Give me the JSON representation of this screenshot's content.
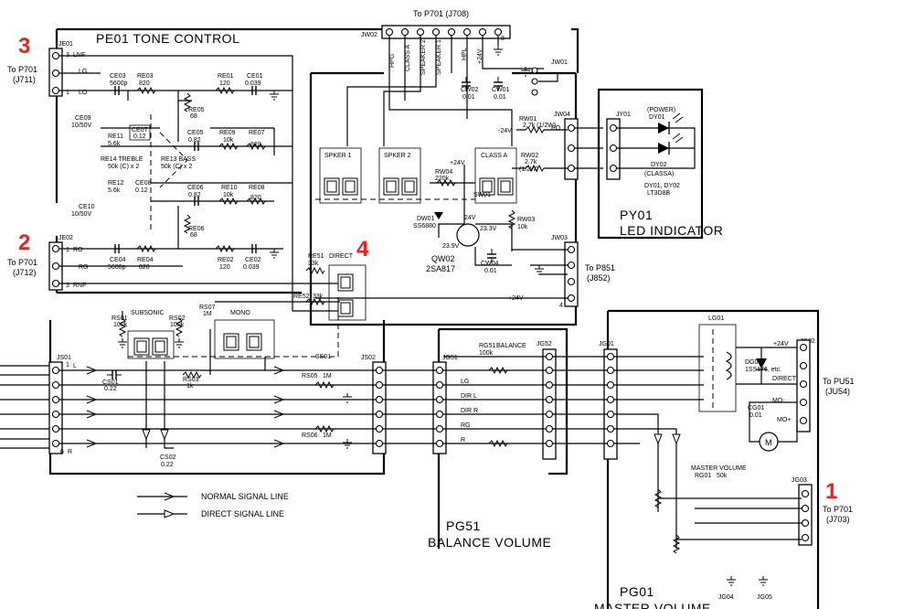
{
  "markers": {
    "m1": "1",
    "m2": "2",
    "m3": "3",
    "m4": "4"
  },
  "colors": {
    "marker": "#e8231f",
    "line": "#000000",
    "background": "#ffffff"
  },
  "top": {
    "to_p701_j708": "To P701 (J708)",
    "jw02": "JW02",
    "jw02_pins": [
      "HPG",
      "CLASS A",
      "SPEAKER 2",
      "SPEAKER 1",
      "HPL",
      "+24V"
    ],
    "pin8": "8"
  },
  "left_refs": [
    {
      "to": "To P701",
      "jack": "(J711)"
    },
    {
      "to": "To P701",
      "jack": "(J712)"
    },
    {
      "to": "To P701",
      "jack": "(J703)"
    }
  ],
  "pe01": {
    "title": "PE01 TONE CONTROL",
    "je01": "JE01",
    "je01_pins": [
      "3",
      "LNF",
      "LG",
      "1",
      "LO"
    ],
    "je02": "JE02",
    "je02_pins": [
      "1",
      "RO",
      "RG",
      "3",
      "RNF"
    ],
    "parts": [
      {
        "ref": "CE03",
        "val": "5600p"
      },
      {
        "ref": "RE03",
        "val": "820"
      },
      {
        "ref": "RE01",
        "val": "120"
      },
      {
        "ref": "CE01",
        "val": "0.039"
      },
      {
        "ref": "RE05",
        "val": "68"
      },
      {
        "ref": "CE09",
        "val": "10/50V"
      },
      {
        "ref": "CE07",
        "val": "0.12"
      },
      {
        "ref": "CE05",
        "val": "0.82"
      },
      {
        "ref": "RE09",
        "val": "10k"
      },
      {
        "ref": "RE07",
        "val": "820"
      },
      {
        "ref": "RE11",
        "val": "5.6k"
      },
      {
        "ref": "RE14 TREBLE",
        "val": "50k (C) x 2"
      },
      {
        "ref": "RE13 BASS",
        "val": "50k (C) x 2"
      },
      {
        "ref": "RE12",
        "val": "5.6k"
      },
      {
        "ref": "CE08",
        "val": "0.12"
      },
      {
        "ref": "CE06",
        "val": "0.82"
      },
      {
        "ref": "RE10",
        "val": "10k"
      },
      {
        "ref": "RE08",
        "val": "820"
      },
      {
        "ref": "CE10",
        "val": "10/50V"
      },
      {
        "ref": "RE06",
        "val": "68"
      },
      {
        "ref": "CE04",
        "val": "5600p"
      },
      {
        "ref": "RE04",
        "val": "820"
      },
      {
        "ref": "RE02",
        "val": "120"
      },
      {
        "ref": "CE02",
        "val": "0.039"
      }
    ]
  },
  "switches": {
    "spker1": "SPKER 1",
    "spker2": "SPKER 2",
    "class_a": "CLASS A",
    "direct": "DIRECT",
    "subsonic": "SUBSONIC",
    "mono": "MONO",
    "re51": {
      "ref": "RE51",
      "val": "33k"
    },
    "re52": {
      "ref": "RE52",
      "val": "33k"
    },
    "rs01": {
      "ref": "RS01",
      "val": "100k"
    },
    "rs02": {
      "ref": "RS02",
      "val": "100k"
    },
    "rs07": {
      "ref": "RS07",
      "val": "1M"
    },
    "rs03": {
      "ref": "RS03",
      "val": "1k"
    },
    "ss01": "SS01",
    "cs01": {
      "ref": "CS01",
      "val": "0.22"
    },
    "cs02": {
      "ref": "CS02",
      "val": "0.22"
    },
    "rs05": {
      "ref": "RS05",
      "val": "1M"
    },
    "rs06": {
      "ref": "RS06",
      "val": "1M"
    },
    "js01": "JS01",
    "js02": "JS02",
    "js01_pins": [
      "L",
      "R",
      "1",
      "6"
    ]
  },
  "led_block": {
    "cw02": {
      "ref": "CW02",
      "val": "0.01"
    },
    "cw01": {
      "ref": "CW01",
      "val": "0.01"
    },
    "jw01": "JW01",
    "jw04": "JW04",
    "jw03": "JW03",
    "rw01": {
      "ref": "RW01",
      "val": "2.7k (1/2W)"
    },
    "rw02": {
      "ref": "RW02",
      "val": "2.7k",
      "note": "(1/2W)"
    },
    "minus24": "-24V",
    "plus24": "+24V",
    "po": "PO",
    "jy01": "JY01",
    "power": "(POWER)",
    "dy01": "DY01",
    "dy02": "DY02",
    "class_a_led": "(CLASSA)",
    "dy_parts": "DY01, DY02",
    "dy_type": "LT3D8B",
    "title": "PY01",
    "subtitle": "LED INDICATOR",
    "rw04": {
      "ref": "RW04",
      "val": "220k"
    },
    "sw01": "SW01",
    "dw01": {
      "ref": "DW01",
      "val": "SS6880"
    },
    "v24": "24V",
    "v233": "23.3V",
    "v239": "23.9V",
    "rw03": {
      "ref": "RW03",
      "val": "10k"
    },
    "qw02": "QW02",
    "qw02_type": "2SA817",
    "cw04": {
      "ref": "CW04",
      "val": "0.01"
    },
    "to_p851": "To P851",
    "j852": "(J852)",
    "plus24_b": "+24V",
    "pin4": "4"
  },
  "pg51": {
    "title": "PG51",
    "subtitle": "BALANCE VOLUME",
    "jg51": "JG51",
    "jg52": "JG52",
    "rg51": {
      "ref": "RG51",
      "label": "BALANCE",
      "val": "100k"
    },
    "lines": [
      "LG",
      "DIR L",
      "DIR R",
      "RG",
      "R"
    ]
  },
  "pg01": {
    "title": "PG01",
    "subtitle": "MASTER VOLUME",
    "jg01": "JG01",
    "jg02": "JG02",
    "jg03": "JG03",
    "jg04": "JG04",
    "jg05": "JG05",
    "lg01": "LG01",
    "plus24": "+24V",
    "dg01": {
      "ref": "DG01",
      "val": "1SS176, etc."
    },
    "direct": "DIRECT",
    "mo_minus": "MO-",
    "mo_plus": "MO+",
    "cg01": {
      "ref": "CG01",
      "val": "0.01"
    },
    "motor": "M",
    "to_pu51": "To PU51",
    "ju54": "(JU54)",
    "master_vol": {
      "label": "MASTER VOLUME",
      "ref": "RG01",
      "val": "50k"
    }
  },
  "legend": {
    "normal": "NORMAL SIGNAL LINE",
    "direct": "DIRECT SIGNAL LINE"
  }
}
